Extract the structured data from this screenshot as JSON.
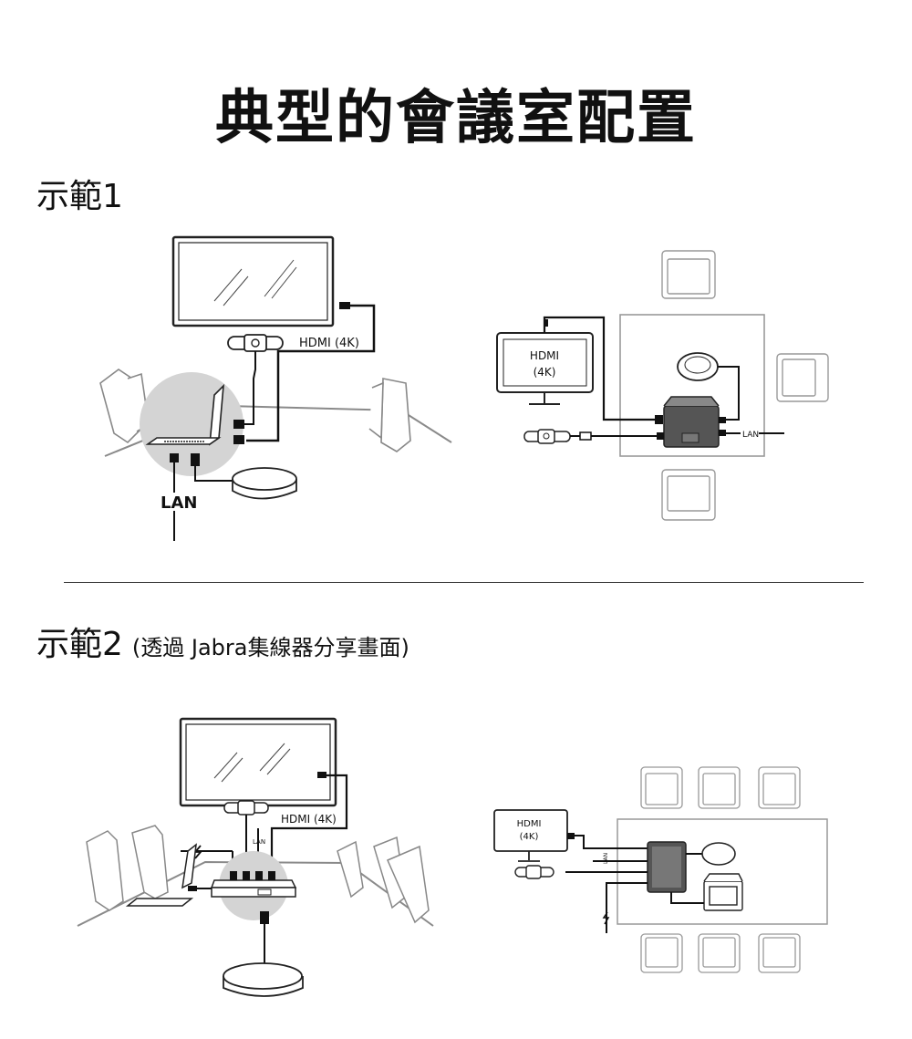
{
  "page_title": "典型的會議室配置",
  "example1": {
    "heading": "示範1",
    "left": {
      "hdmi_label": "HDMI (4K)",
      "lan_label": "LAN"
    },
    "right": {
      "monitor_line1": "HDMI",
      "monitor_line2": "(4K)",
      "lan_label": "LAN"
    }
  },
  "example2": {
    "heading": "示範2",
    "subheading": "(透過 Jabra集線器分享畫面)",
    "left": {
      "hdmi_label": "HDMI (4K)",
      "lan_label": "LAN"
    },
    "right": {
      "monitor_line1": "HDMI",
      "monitor_line2": "(4K)",
      "lan_label": "LAN"
    }
  },
  "colors": {
    "line": "#111111",
    "outline": "#8a8a8a",
    "highlight_circle": "#d4d4d4",
    "device_fill": "#555555"
  }
}
